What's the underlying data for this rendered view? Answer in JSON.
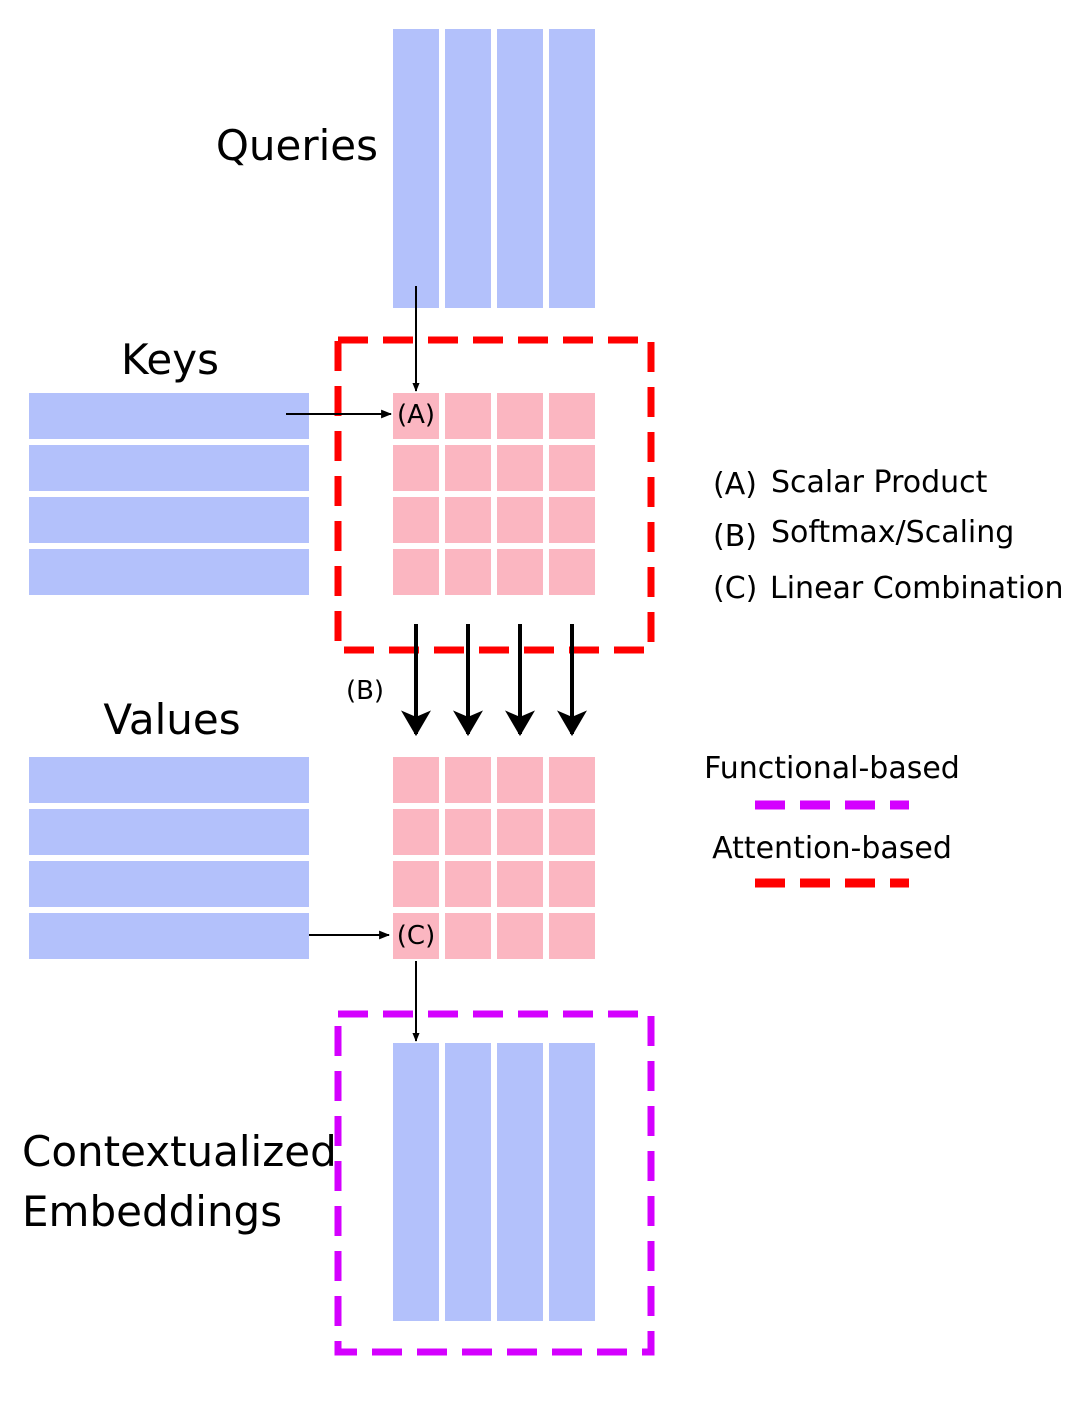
{
  "labels": {
    "queries": "Queries",
    "keys": "Keys",
    "values": "Values",
    "contextualized_line1": "Contextualized",
    "contextualized_line2": "Embeddings"
  },
  "markers": {
    "a": "(A)",
    "b": "(B)",
    "c": "(C)"
  },
  "legend": {
    "steps": [
      {
        "marker": "(A)",
        "text": "Scalar Product"
      },
      {
        "marker": "(B)",
        "text": "Softmax/Scaling"
      },
      {
        "marker": "(C)",
        "text": "Linear Combination"
      }
    ],
    "functional_label": "Functional-based",
    "attention_label": "Attention-based"
  },
  "colors": {
    "embedding_blue": "#b3c1fb",
    "score_pink": "#fbb6c1",
    "attention_red": "#ff0000",
    "functional_purple": "#d400ff"
  }
}
